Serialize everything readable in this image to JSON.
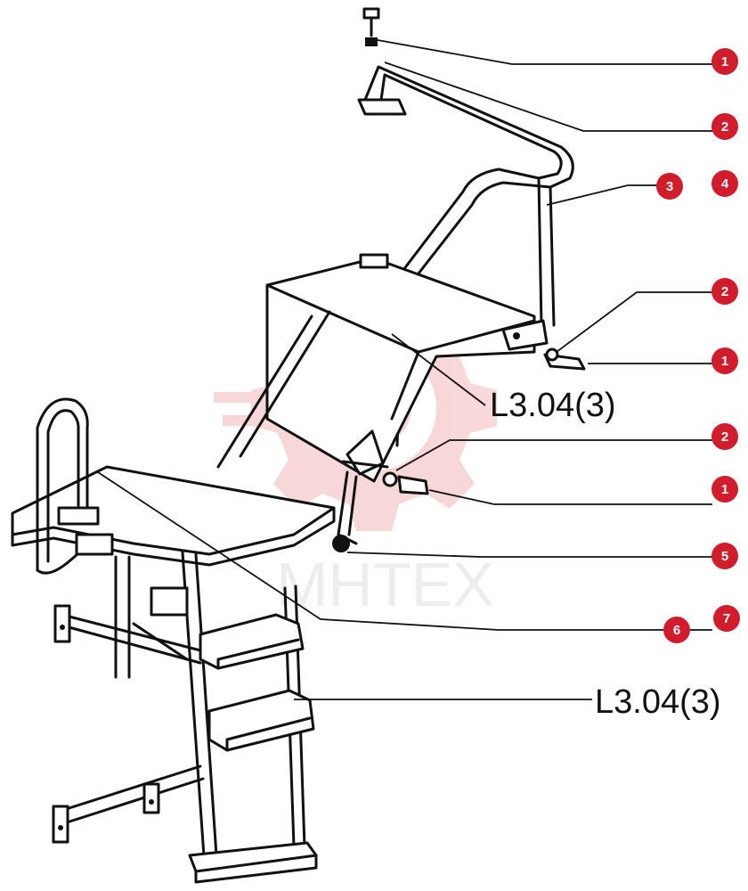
{
  "watermark": {
    "text": "MHTEX",
    "color": "#f2b8b8"
  },
  "callout_color": "#d01c2b",
  "callouts": [
    {
      "id": "c1a",
      "label": "1"
    },
    {
      "id": "c2a",
      "label": "2"
    },
    {
      "id": "c3",
      "label": "3"
    },
    {
      "id": "c4",
      "label": "4"
    },
    {
      "id": "c2b",
      "label": "2"
    },
    {
      "id": "c1b",
      "label": "1"
    },
    {
      "id": "c2c",
      "label": "2"
    },
    {
      "id": "c1c",
      "label": "1"
    },
    {
      "id": "c5",
      "label": "5"
    },
    {
      "id": "c6",
      "label": "6"
    },
    {
      "id": "c7",
      "label": "7"
    }
  ],
  "references": [
    {
      "id": "ref-top",
      "text": "L3.04(3)"
    },
    {
      "id": "ref-bottom",
      "text": "L3.04(3)"
    }
  ]
}
